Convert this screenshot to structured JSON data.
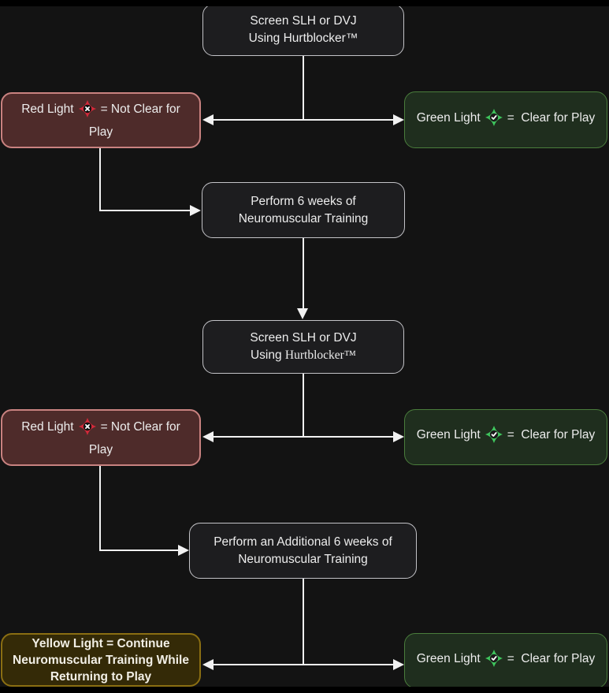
{
  "nodes": {
    "screen1": {
      "line1": "Screen SLH or DVJ",
      "line2": "Using Hurtblocker™"
    },
    "red1": {
      "pre": "Red Light",
      "post": "= Not Clear for",
      "line2": "Play"
    },
    "green1": {
      "pre": "Green Light",
      "post": "=  Clear for Play"
    },
    "perform1": {
      "line1": "Perform 6 weeks of",
      "line2": "Neuromuscular Training"
    },
    "screen2": {
      "line1": "Screen SLH or DVJ",
      "line2_pre": "Using ",
      "line2_brand": "Hurtblocker™"
    },
    "red2": {
      "pre": "Red Light",
      "post": "= Not Clear for",
      "line2": "Play"
    },
    "green2": {
      "pre": "Green Light",
      "post": "=  Clear for Play"
    },
    "perform2": {
      "line1": "Perform an Additional 6 weeks of",
      "line2": "Neuromuscular Training"
    },
    "yellow": {
      "line1": "Yellow Light = Continue",
      "line2": "Neuromuscular Training While",
      "line3": "Returning to Play"
    },
    "green3": {
      "pre": "Green Light",
      "post": "=  Clear for Play"
    }
  },
  "icons": {
    "red_x_diamond": {
      "meaning": "not clear / fail",
      "diamond_color": "#d4293a",
      "circle_color": "#111111",
      "glyph": "x",
      "glyph_color": "#ffffff"
    },
    "green_check_diamond": {
      "meaning": "clear / pass",
      "diamond_color": "#3fc75e",
      "circle_color": "#1a1a1a",
      "glyph": "check",
      "glyph_color": "#ffffff"
    }
  },
  "colors": {
    "background": "#131313",
    "letterbox": "#000000",
    "neutral_box_fill": "#1d1d1f",
    "neutral_box_border": "#c3c3c7",
    "red_box_fill": "#4e2b2a",
    "red_box_border": "#c98280",
    "green_box_fill": "#1f2e1e",
    "green_box_border": "#4a7d3c",
    "yellow_box_fill": "#342a07",
    "yellow_box_border": "#8a6e12",
    "arrow": "#f2f2f2",
    "text": "#ededed"
  }
}
